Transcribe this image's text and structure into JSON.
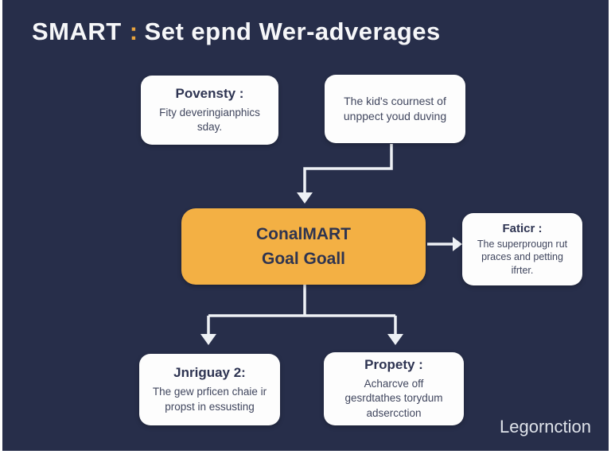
{
  "title": {
    "brand": "SMART",
    "colon": ":",
    "rest": "Set epnd Wer-adverages"
  },
  "nodes": {
    "top_left": {
      "heading": "Povensty :",
      "body": "Fity deveringianphics sday."
    },
    "top_right": {
      "body": "The kid's cournest of unppect youd duving"
    },
    "center": {
      "line1": "ConalMART",
      "line2": "Goal Goall"
    },
    "right": {
      "heading": "Faticr :",
      "body": "The superprougn rut praces and petting ifrter."
    },
    "bottom_left": {
      "heading": "Jnriguay 2:",
      "body": "The gew prficen chaie ir propst in essusting"
    },
    "bottom_right": {
      "heading": "Propety :",
      "body": "Acharcve off gesrdtathes torydum adsercction"
    }
  },
  "footer": {
    "label": "Legornction"
  },
  "colors": {
    "background": "#272e4a",
    "accent_orange": "#f3b044",
    "card_white": "#fdfdfd",
    "text_dark": "#2e3452",
    "arrow": "#eef1f5",
    "title_colon": "#e9a43e"
  }
}
